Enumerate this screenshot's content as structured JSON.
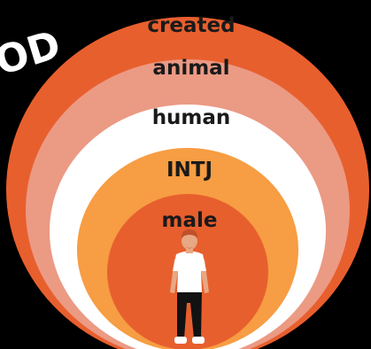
{
  "corner_text": "OD",
  "layers": [
    {
      "label": "created",
      "fill": "#e85f2e",
      "text_color": "#1a1a1a"
    },
    {
      "label": "animal",
      "fill": "#eb9a84",
      "text_color": "#1a1a1a"
    },
    {
      "label": "human",
      "fill": "#ffffff",
      "text_color": "#1a1a1a"
    },
    {
      "label": "INTJ",
      "fill": "#f79d43",
      "text_color": "#1a1a1a"
    },
    {
      "label": "male",
      "fill": "#e85f2e",
      "text_color": "#1a1a1a"
    }
  ],
  "figure": {
    "name": "person-figure",
    "shirt_color": "#ffffff",
    "pants_color": "#121212",
    "hair_color": "#c0502a",
    "skin_color": "#e8a884"
  },
  "colors": {
    "background": "#000000",
    "corner_text": "#ffffff"
  }
}
